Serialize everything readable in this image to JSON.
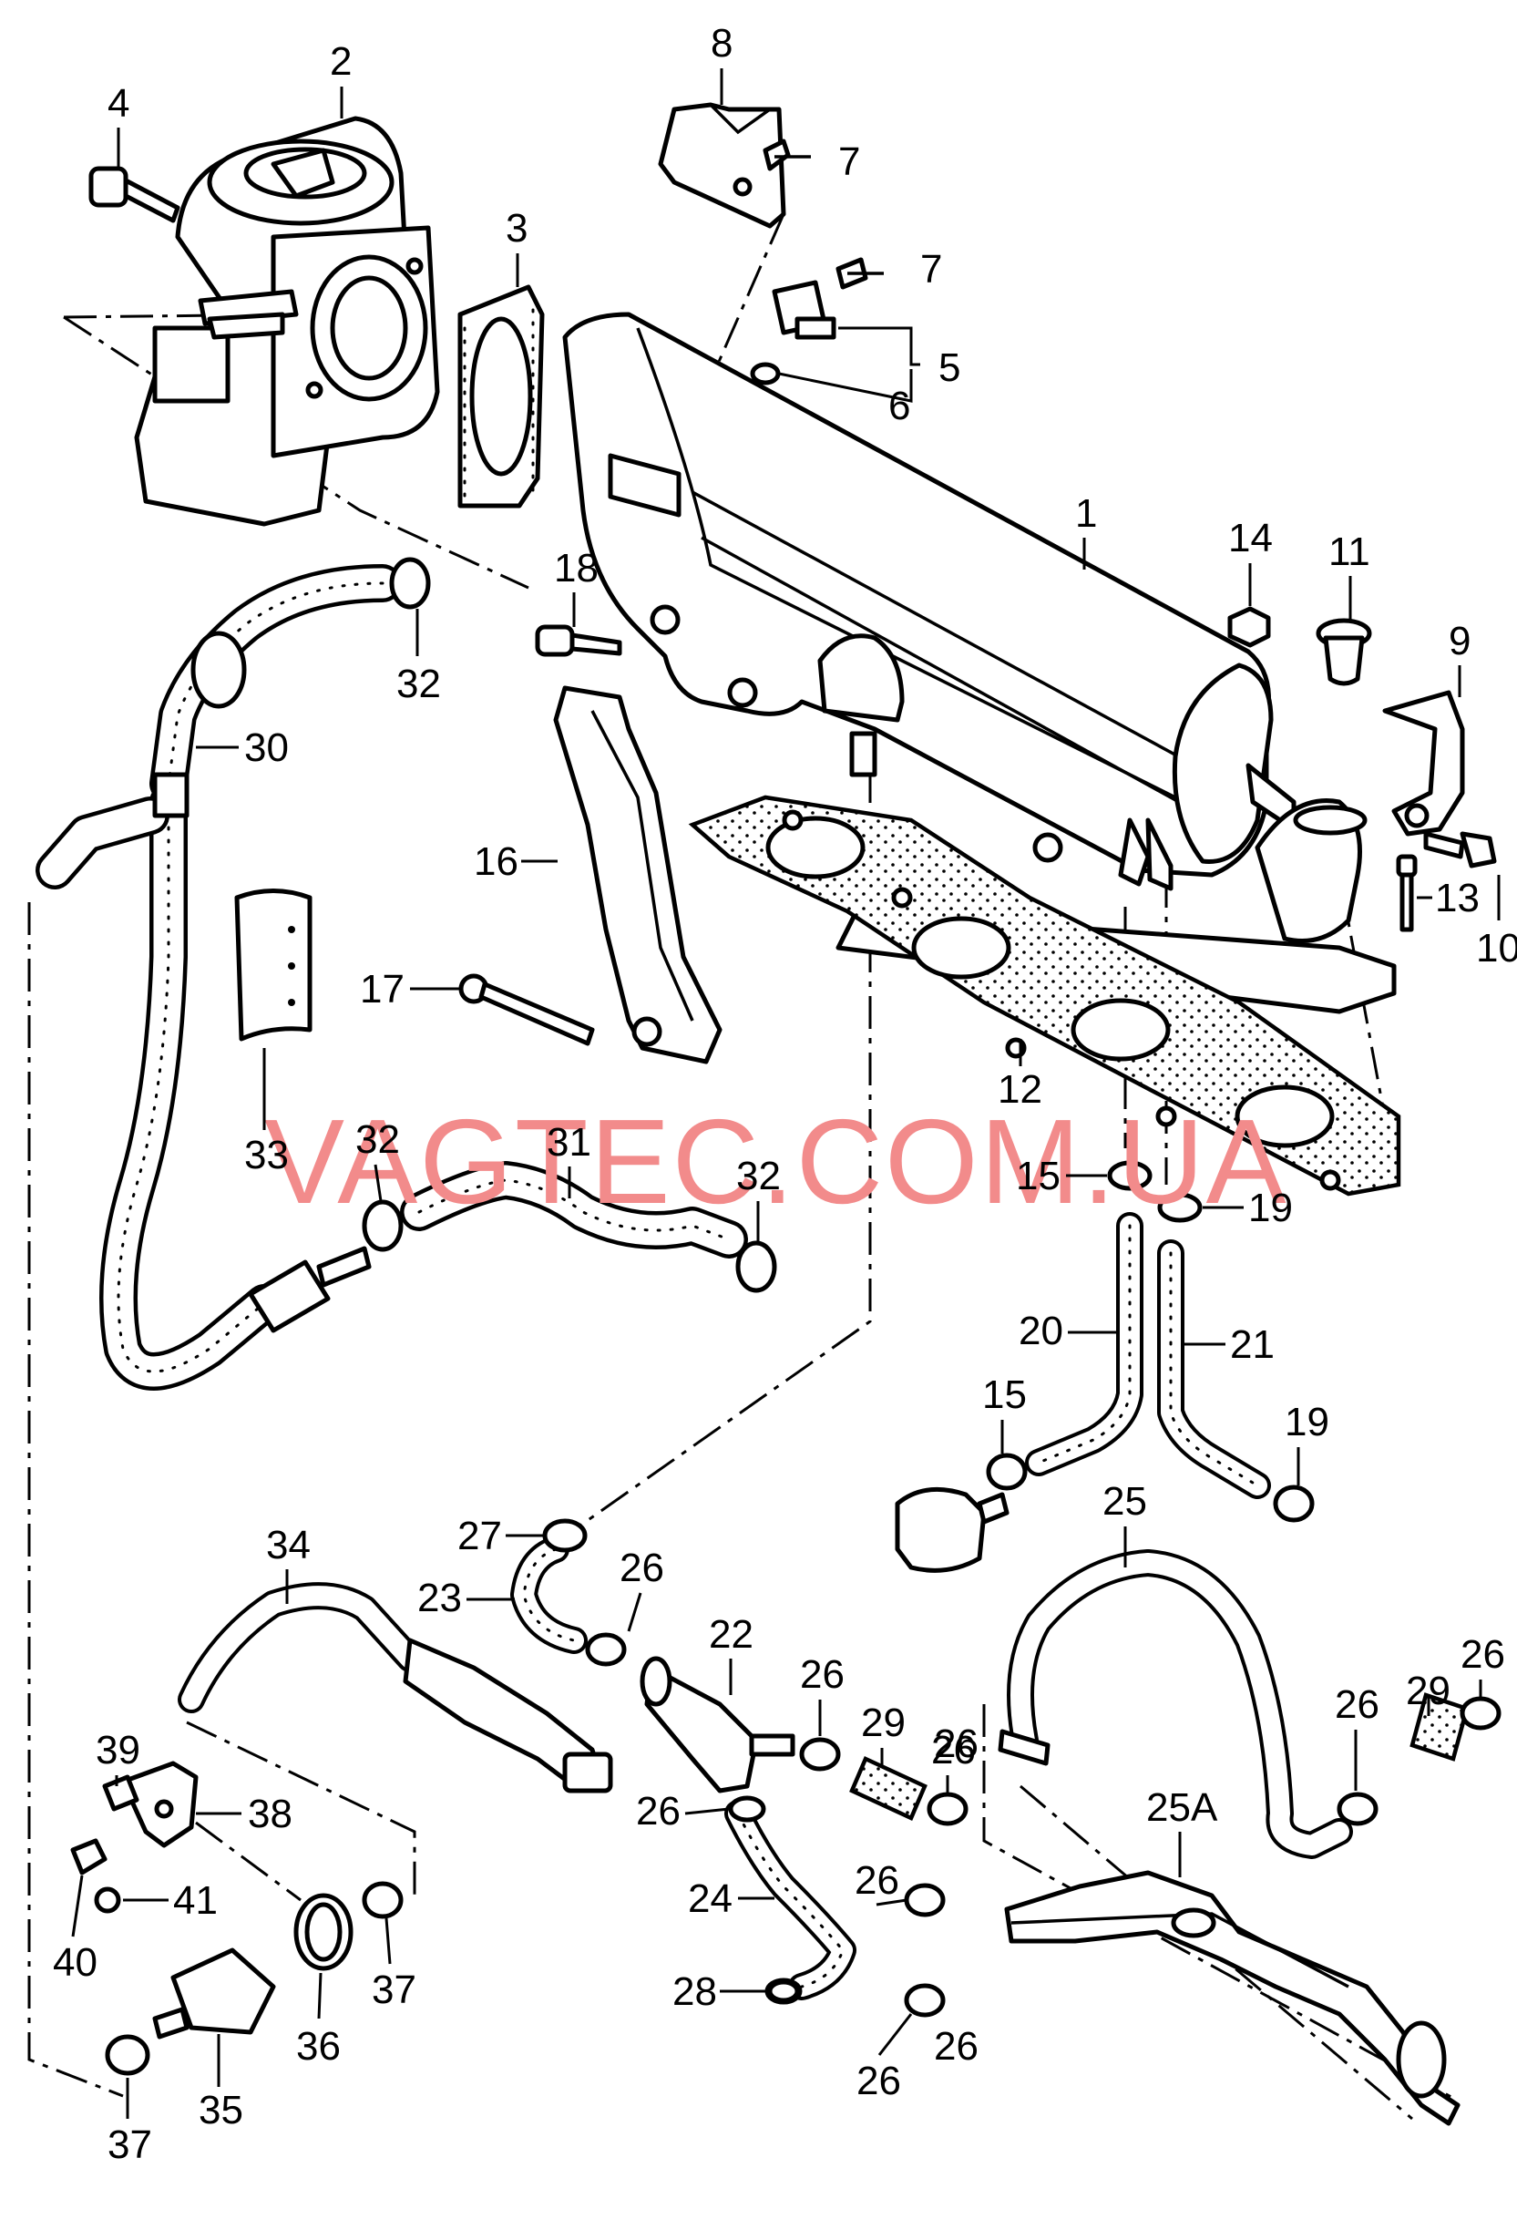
{
  "diagram": {
    "watermark": "VAGTEC.COM.UA",
    "watermark_color": "#f28b8b",
    "callouts": [
      "1",
      "2",
      "3",
      "4",
      "5",
      "6",
      "7",
      "7",
      "8",
      "9",
      "10",
      "11",
      "12",
      "13",
      "14",
      "15",
      "15",
      "16",
      "17",
      "18",
      "19",
      "19",
      "20",
      "21",
      "22",
      "23",
      "24",
      "25",
      "25A",
      "26",
      "26",
      "26",
      "26",
      "26",
      "26",
      "26",
      "26",
      "26",
      "26",
      "27",
      "28",
      "29",
      "29",
      "30",
      "31",
      "32",
      "32",
      "32",
      "33",
      "34",
      "35",
      "36",
      "37",
      "37",
      "38",
      "39",
      "40",
      "41"
    ]
  }
}
